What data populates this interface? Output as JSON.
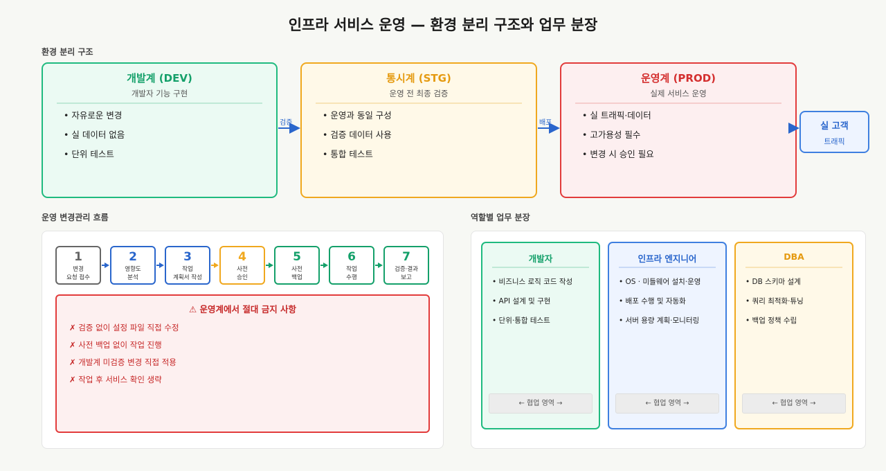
{
  "title": "인프라 서비스 운영 — 환경 분리 구조와 업무 분장",
  "sections": {
    "env": "환경 분리 구조",
    "flow": "운영 변경관리 흐름",
    "roles": "역할별 업무 분장"
  },
  "environments": [
    {
      "title": "개발계 (DEV)",
      "subtitle": "개발자 기능 구현",
      "items": [
        "• 자유로운 변경",
        "• 실 데이터 없음",
        "• 단위 테스트"
      ]
    },
    {
      "title": "통시계 (STG)",
      "subtitle": "운영 전 최종 검증",
      "items": [
        "• 운영과 동일 구성",
        "• 검증 데이터 사용",
        "• 통합 테스트"
      ]
    },
    {
      "title": "운영계 (PROD)",
      "subtitle": "실제 서비스 운영",
      "items": [
        "• 실 트래픽·데이터",
        "• 고가용성 필수",
        "• 변경 시 승인 필요"
      ]
    }
  ],
  "arrows": {
    "verify": "검증",
    "deploy": "배포"
  },
  "customer": {
    "title": "실 고객",
    "subtitle": "트래픽"
  },
  "steps": [
    {
      "num": "1",
      "line1": "변경",
      "line2": "요청 접수",
      "color": "#666666"
    },
    {
      "num": "2",
      "line1": "영향도",
      "line2": "분석",
      "color": "#2a66cc"
    },
    {
      "num": "3",
      "line1": "작업",
      "line2": "계획서 작성",
      "color": "#2a66cc"
    },
    {
      "num": "4",
      "line1": "사전",
      "line2": "승인",
      "color": "#f0a81e"
    },
    {
      "num": "5",
      "line1": "사전",
      "line2": "백업",
      "color": "#14a06a"
    },
    {
      "num": "6",
      "line1": "작업",
      "line2": "수행",
      "color": "#14a06a"
    },
    {
      "num": "7",
      "line1": "검증·결과",
      "line2": "보고",
      "color": "#14a06a"
    }
  ],
  "forbidden": {
    "title": "⚠ 운영계에서 절대 금지 사항",
    "items": [
      "✗ 검증 없이 설정 파일 직접 수정",
      "✗ 사전 백업 없이 작업 진행",
      "✗ 개발계 미검증 변경 직접 적용",
      "✗ 작업 후 서비스 확인 생략"
    ]
  },
  "roles": [
    {
      "title": "개발자",
      "items": [
        "• 비즈니스 로직 코드 작성",
        "• API 설계 및 구현",
        "• 단위·통합 테스트"
      ],
      "collab": "← 협업 영역 →"
    },
    {
      "title": "인프라 엔지니어",
      "items": [
        "• OS · 미들웨어 설치·운영",
        "• 배포 수행 및 자동화",
        "• 서버 용량 계획·모니터링"
      ],
      "collab": "← 협업 영역 →"
    },
    {
      "title": "DBA",
      "items": [
        "• DB 스키마 설계",
        "• 쿼리 최적화·튜닝",
        "• 백업 정책 수립"
      ],
      "collab": "← 협업 영역 →"
    }
  ]
}
